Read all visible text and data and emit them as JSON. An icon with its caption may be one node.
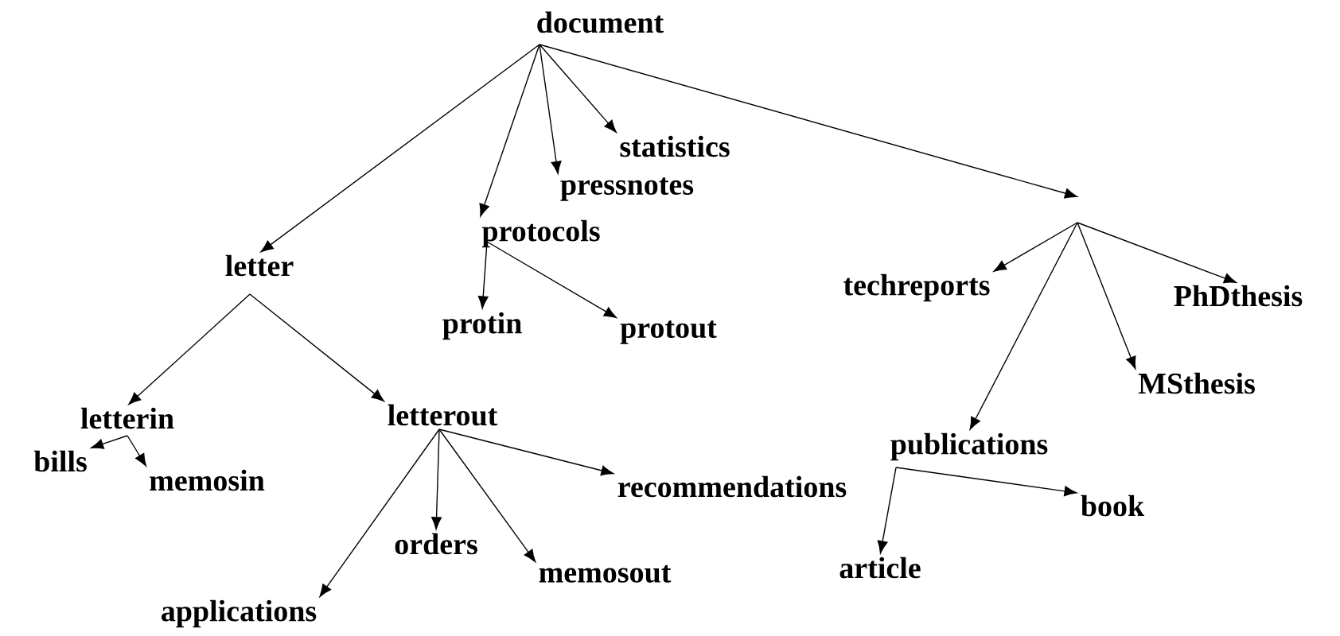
{
  "diagram": {
    "nodes": [
      {
        "text": [
          "document"
        ]
      },
      {
        "text": [
          "letter"
        ]
      },
      {
        "text": [
          "statistics"
        ]
      },
      {
        "text": [
          "pressnotes"
        ]
      },
      {
        "text": [
          "protocols"
        ]
      },
      {
        "text": [
          "protin"
        ]
      },
      {
        "text": [
          "protout"
        ]
      },
      {
        "text": [
          "techreports"
        ]
      },
      {
        "text": [
          "PhDthesis"
        ]
      },
      {
        "text": [
          "MSthesis"
        ]
      },
      {
        "text": [
          "letterin"
        ]
      },
      {
        "text": [
          "letterout"
        ]
      },
      {
        "text": [
          "bills"
        ]
      },
      {
        "text": [
          "memosin"
        ]
      },
      {
        "text": [
          "publications"
        ]
      },
      {
        "text": [
          "recommendations"
        ]
      },
      {
        "text": [
          "orders"
        ]
      },
      {
        "text": [
          "book"
        ]
      },
      {
        "text": [
          "memosout"
        ]
      },
      {
        "text": [
          "article"
        ]
      },
      {
        "text": [
          "applications"
        ]
      }
    ],
    "edges": [
      {
        "from": 0,
        "to": 1,
        "arrow": "to"
      },
      {
        "from": 0,
        "to": 4,
        "arrow": "to"
      },
      {
        "from": 0,
        "to": 3,
        "arrow": "to"
      },
      {
        "from": 0,
        "to": 2,
        "arrow": "to"
      },
      {
        "from": 0,
        "to": null,
        "arrow": "to"
      },
      {
        "from": null,
        "to": 7,
        "arrow": "to"
      },
      {
        "from": null,
        "to": 14,
        "arrow": "to"
      },
      {
        "from": null,
        "to": 9,
        "arrow": "to"
      },
      {
        "from": null,
        "to": 8,
        "arrow": "to"
      },
      {
        "from": 4,
        "to": 5,
        "arrow": "to"
      },
      {
        "from": 4,
        "to": 6,
        "arrow": "to"
      },
      {
        "from": 1,
        "to": 10,
        "arrow": "to"
      },
      {
        "from": 1,
        "to": 11,
        "arrow": "to"
      },
      {
        "from": 10,
        "to": 12,
        "arrow": "to"
      },
      {
        "from": 10,
        "to": 13,
        "arrow": "to"
      },
      {
        "from": 11,
        "to": 20,
        "arrow": "to"
      },
      {
        "from": 11,
        "to": 16,
        "arrow": "to"
      },
      {
        "from": 11,
        "to": 18,
        "arrow": "to"
      },
      {
        "from": 11,
        "to": 15,
        "arrow": "to"
      },
      {
        "from": 14,
        "to": 19,
        "arrow": "to"
      },
      {
        "from": 14,
        "to": 17,
        "arrow": "to"
      }
    ]
  }
}
